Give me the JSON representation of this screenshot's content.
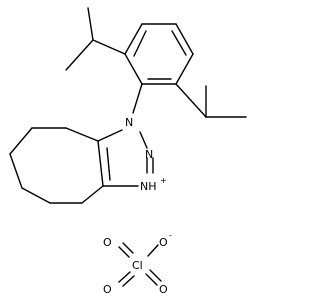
{
  "cation": {
    "n1": "N",
    "n2": "N",
    "n3": "NH",
    "n3_charge": "+"
  },
  "anion": {
    "o_top_left": "O",
    "o_top_right": "O",
    "o_top_right_charge": "-",
    "cl": "Cl",
    "o_bottom_left": "O",
    "o_bottom_right": "O"
  }
}
